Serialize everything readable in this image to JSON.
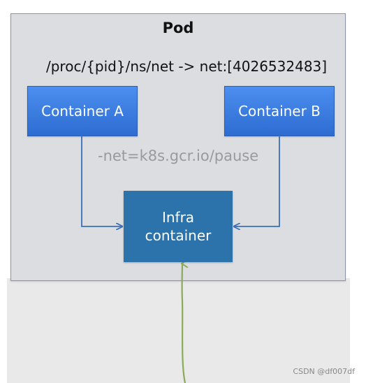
{
  "pod": {
    "title": "Pod",
    "netns_path": "/proc/{pid}/ns/net -> net:[4026532483]"
  },
  "containers": {
    "a_label": "Container A",
    "b_label": "Container B"
  },
  "net_flag": "-net=k8s.gcr.io/pause",
  "infra": {
    "line1": "Infra",
    "line2": "container"
  },
  "watermark": "CSDN @df007df",
  "colors": {
    "pod_bg": "#dcdde0",
    "container_blue": "#3a7ddf",
    "infra_blue": "#2c72ab",
    "arrow_blue": "#3b6fb6",
    "arrow_green": "#8aac5a",
    "flag_gray": "#9a9a9d"
  }
}
